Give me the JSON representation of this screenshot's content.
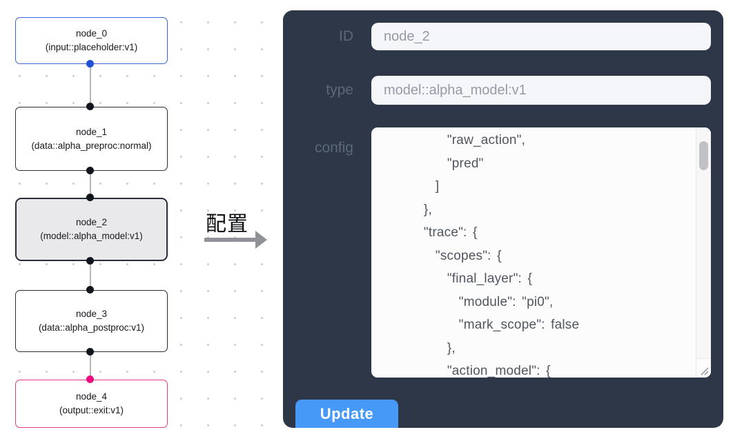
{
  "flow": {
    "nodes": [
      {
        "id": "node_0",
        "subtitle": "(input::placeholder:v1)",
        "variant": "input"
      },
      {
        "id": "node_1",
        "subtitle": "(data::alpha_preproc:normal)",
        "variant": "default"
      },
      {
        "id": "node_2",
        "subtitle": "(model::alpha_model:v1)",
        "variant": "selected"
      },
      {
        "id": "node_3",
        "subtitle": "(data::alpha_postproc:v1)",
        "variant": "default"
      },
      {
        "id": "node_4",
        "subtitle": "(output::exit:v1)",
        "variant": "output"
      }
    ]
  },
  "annotation": {
    "label": "配置"
  },
  "panel": {
    "fields": [
      {
        "label": "ID",
        "value": "node_2"
      },
      {
        "label": "type",
        "value": "model::alpha_model:v1"
      }
    ],
    "config": {
      "label": "config",
      "lines": [
        "        \"raw_action\",",
        "        \"pred\"",
        "      ]",
        "    },",
        "    \"trace\": {",
        "      \"scopes\": {",
        "        \"final_layer\": {",
        "          \"module\": \"pi0\",",
        "          \"mark_scope\": false",
        "        },",
        "        \"action_model\": {"
      ]
    },
    "update_label": "Update"
  },
  "colors": {
    "panel_bg": "#2d3748",
    "accent_blue": "#4799f7",
    "node_input_border": "#3b63d6",
    "node_output_border": "#e03a82",
    "selected_node_bg": "#e9e9eb",
    "port_default": "#11151d",
    "port_input": "#1d4fd7",
    "port_output": "#f20b7f"
  }
}
